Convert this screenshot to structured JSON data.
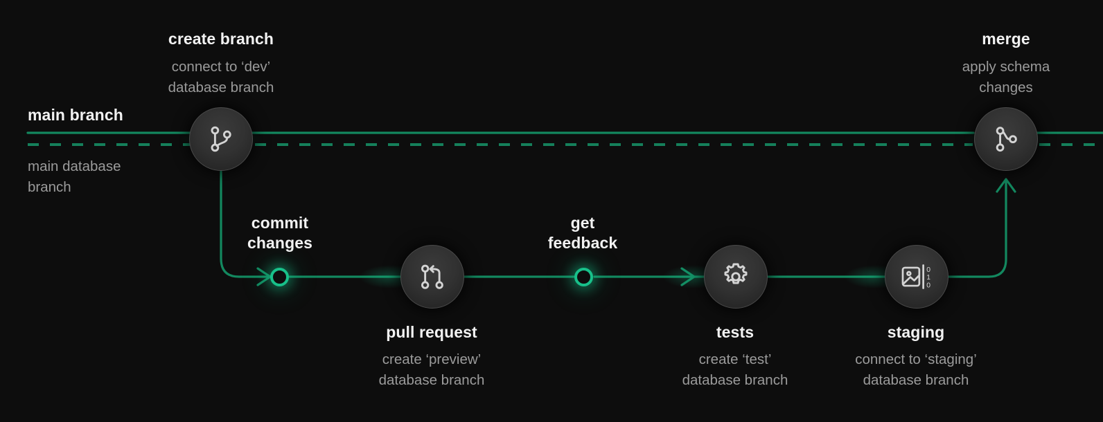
{
  "diagram": {
    "title": "git branch / database branch workflow",
    "background_color": "#0d0d0d",
    "accent_color": "#18c08a",
    "line_color": "#12875f",
    "heading_color": "#f2f2f2",
    "subtext_color": "#9b9b9b"
  },
  "main_branch": {
    "label": "main branch",
    "db_label_line1": "main database",
    "db_label_line2": "branch",
    "solid_line_name": "main-branch-line",
    "dashed_line_name": "main-database-branch-line"
  },
  "nodes": [
    {
      "id": "create-branch",
      "title": "create branch",
      "sub_line1": "connect to ‘dev’",
      "sub_line2": "database branch",
      "icon": "git-branch-icon",
      "kind": "circle"
    },
    {
      "id": "merge",
      "title": "merge",
      "sub_line1": "apply schema",
      "sub_line2": "changes",
      "icon": "git-merge-icon",
      "kind": "circle"
    },
    {
      "id": "commit-changes",
      "title_line1": "commit",
      "title_line2": "changes",
      "icon": "commit-dot-icon",
      "kind": "dot"
    },
    {
      "id": "pull-request",
      "title": "pull request",
      "sub_line1": "create ‘preview’",
      "sub_line2": "database branch",
      "icon": "git-pull-request-icon",
      "kind": "circle"
    },
    {
      "id": "get-feedback",
      "title_line1": "get",
      "title_line2": "feedback",
      "icon": "feedback-dot-icon",
      "kind": "dot"
    },
    {
      "id": "tests",
      "title": "tests",
      "sub_line1": "create ‘test’",
      "sub_line2": "database branch",
      "icon": "gear-icon",
      "kind": "circle"
    },
    {
      "id": "staging",
      "title": "staging",
      "sub_line1": "connect to ‘staging’",
      "sub_line2": "database branch",
      "icon": "preview-image-binary-icon",
      "kind": "circle"
    }
  ],
  "staging_icon_digits": [
    "0",
    "1",
    "0"
  ]
}
